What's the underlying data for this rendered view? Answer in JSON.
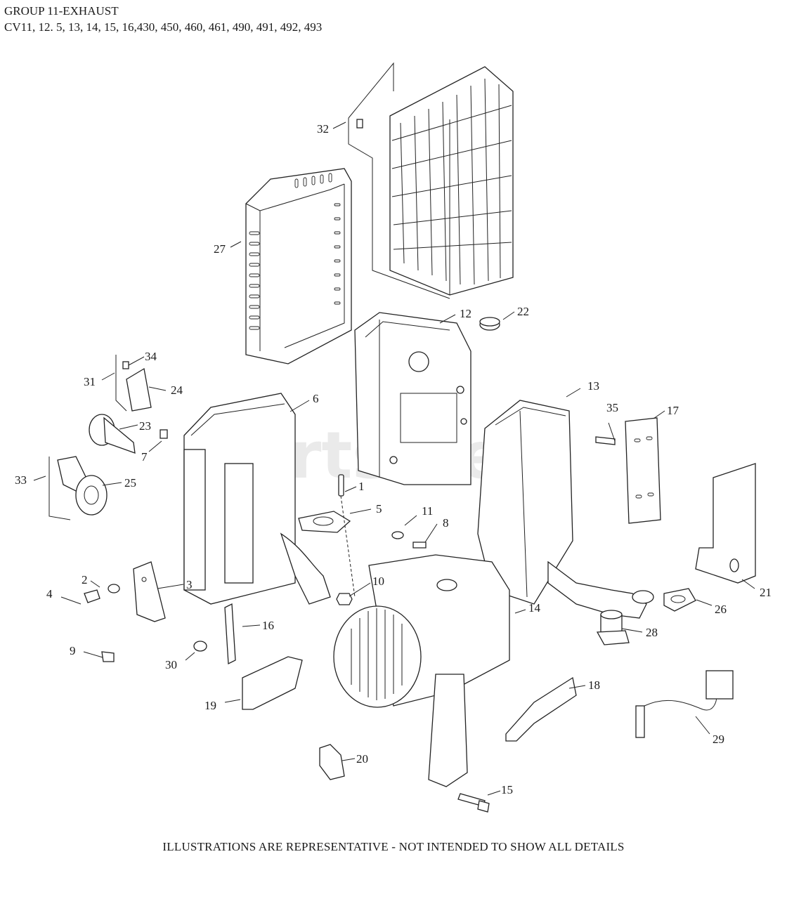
{
  "header": {
    "title": "GROUP 11-EXHAUST",
    "models": "CV11, 12. 5, 13, 14, 15, 16,430, 450, 460, 461, 490, 491, 492, 493"
  },
  "watermark": "PartsTree",
  "callouts": {
    "c1": "1",
    "c2": "2",
    "c3": "3",
    "c4": "4",
    "c5": "5",
    "c6": "6",
    "c7": "7",
    "c8": "8",
    "c9": "9",
    "c10": "10",
    "c11": "11",
    "c12": "12",
    "c13": "13",
    "c14": "14",
    "c15": "15",
    "c16": "16",
    "c17": "17",
    "c18": "18",
    "c19": "19",
    "c20": "20",
    "c21": "21",
    "c22": "22",
    "c23": "23",
    "c24": "24",
    "c25": "25",
    "c26": "26",
    "c27": "27",
    "c28": "28",
    "c29": "29",
    "c30": "30",
    "c31": "31",
    "c32": "32",
    "c33": "33",
    "c34": "34",
    "c35": "35"
  },
  "footer": "ILLUSTRATIONS ARE REPRESENTATIVE - NOT INTENDED TO SHOW ALL DETAILS"
}
